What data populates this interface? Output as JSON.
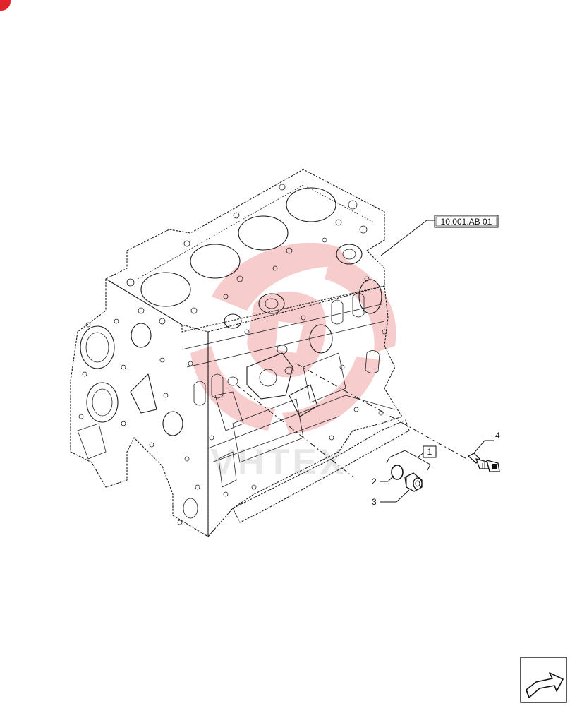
{
  "reference_label": "10.001.AB 01",
  "group_label": "1",
  "callouts": {
    "c2": "2",
    "c3": "3",
    "c4": "4"
  },
  "watermark": {
    "text": "VHTEX",
    "color": "#f3b9b9"
  },
  "corner_badge_color": "#e2232a",
  "nav_icon": "next-page-arrow-icon"
}
